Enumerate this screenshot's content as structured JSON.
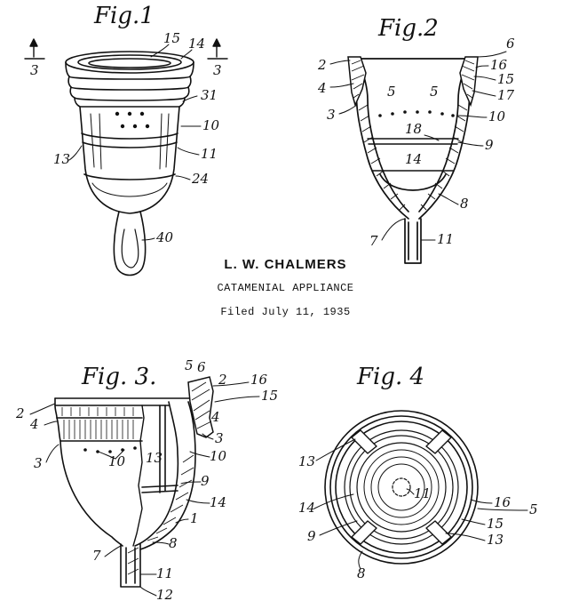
{
  "figures": {
    "fig1": {
      "title": "Fig.1",
      "section_marks": [
        "3",
        "3"
      ],
      "labels": {
        "15": "15",
        "14": "14",
        "31": "31",
        "10": "10",
        "11": "11",
        "13": "13",
        "24": "24",
        "40": "40"
      }
    },
    "fig2": {
      "title": "Fig.2",
      "labels": {
        "2": "2",
        "6": "6",
        "16": "16",
        "15": "15",
        "4": "4",
        "5a": "5",
        "5b": "5",
        "17": "17",
        "3": "3",
        "10": "10",
        "18": "18",
        "9": "9",
        "14": "14",
        "8": "8",
        "7": "7",
        "11": "11"
      }
    },
    "fig3": {
      "title": "Fig. 3.",
      "labels": {
        "5": "5",
        "6": "6",
        "2a": "2",
        "16": "16",
        "15": "15",
        "4a": "4",
        "2b": "2",
        "4b": "4",
        "3a": "3",
        "10a": "10",
        "3b": "3",
        "10b": "10",
        "13": "13",
        "9": "9",
        "14": "14",
        "1": "1",
        "8": "8",
        "7": "7",
        "11": "11",
        "12": "12"
      }
    },
    "fig4": {
      "title": "Fig. 4",
      "labels": {
        "13a": "13",
        "11": "11",
        "16": "16",
        "5": "5",
        "14": "14",
        "15": "15",
        "9": "9",
        "13b": "13",
        "8": "8"
      }
    }
  },
  "caption": {
    "inventor": "L. W. CHALMERS",
    "title": "CATAMENIAL APPLIANCE",
    "filed": "Filed July 11, 1935"
  }
}
